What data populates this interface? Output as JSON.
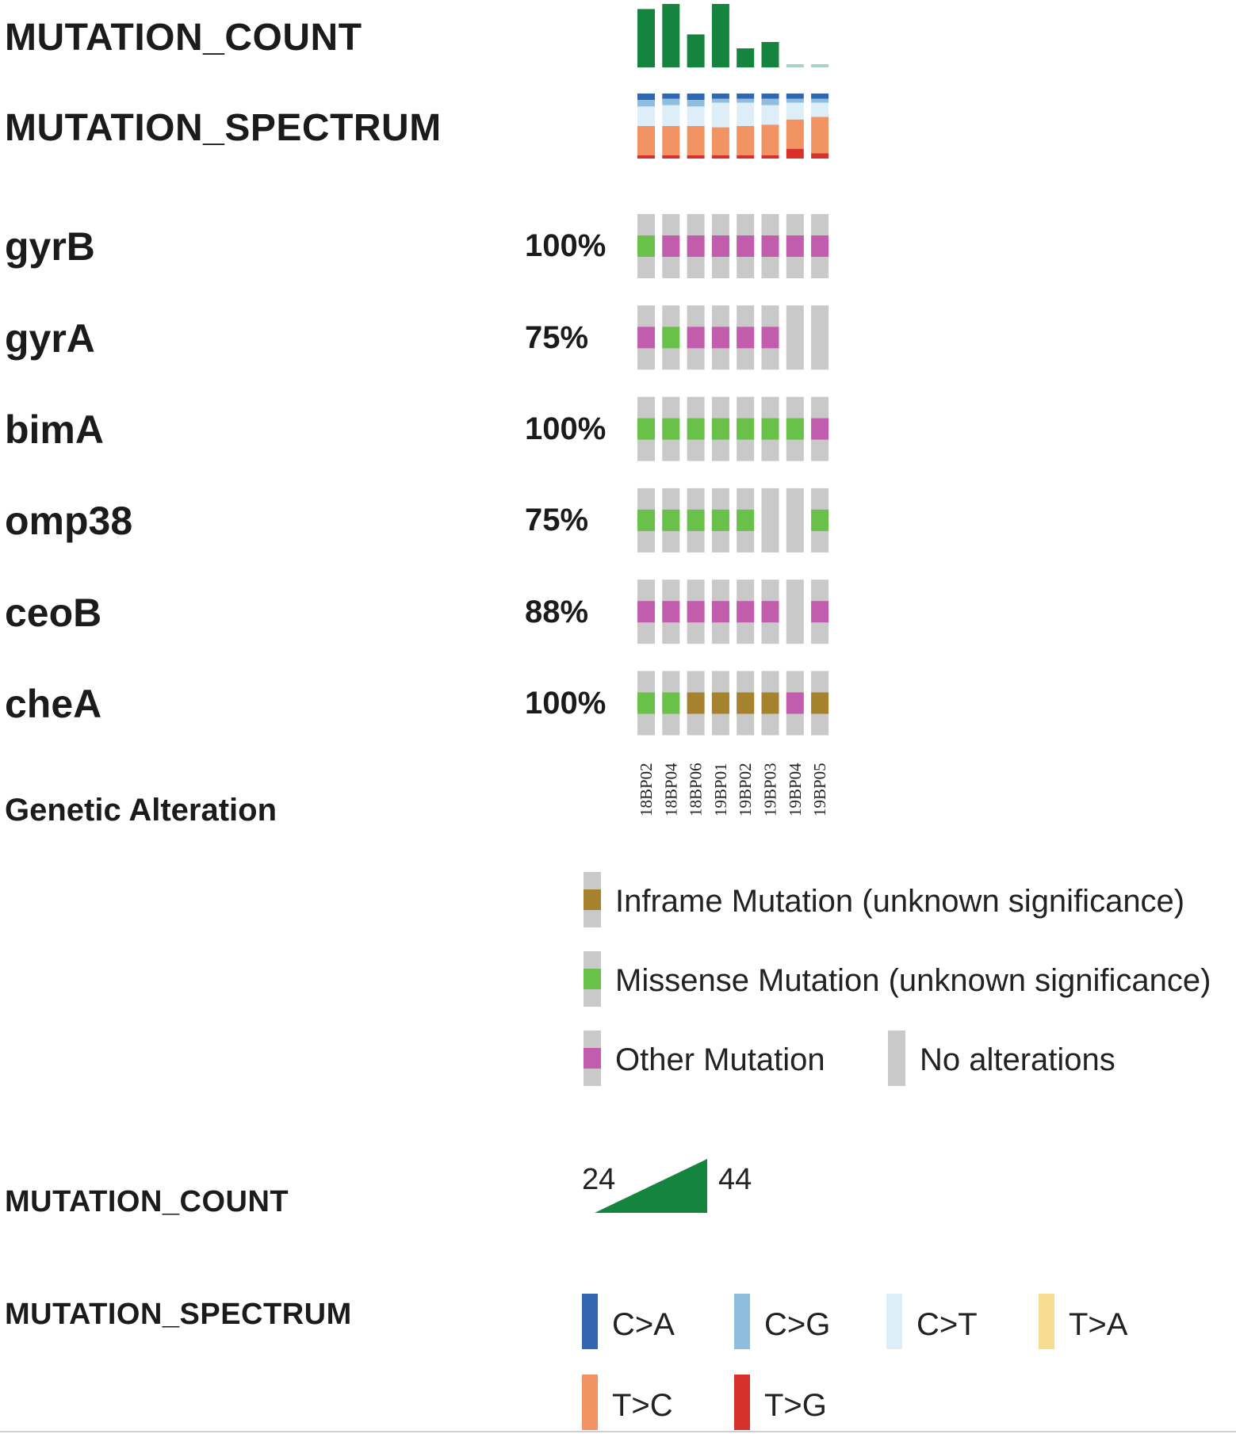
{
  "chart_data": {
    "type": "heatmap",
    "top_tracks": {
      "count_label": "MUTATION_COUNT",
      "spectrum_label": "MUTATION_SPECTRUM"
    },
    "samples": [
      "18BP02",
      "18BP04",
      "18BP06",
      "19BP01",
      "19BP02",
      "19BP03",
      "19BP04",
      "19BP05"
    ],
    "mutation_count_relative": [
      0.92,
      1.0,
      0.52,
      1.0,
      0.3,
      0.4,
      0.05,
      0.05
    ],
    "mutation_spectrum": [
      {
        "C>A": 0.1,
        "C>G": 0.1,
        "C>T": 0.3,
        "T>C": 0.45,
        "T>G": 0.05
      },
      {
        "C>A": 0.08,
        "C>G": 0.1,
        "C>T": 0.32,
        "T>C": 0.45,
        "T>G": 0.05
      },
      {
        "C>A": 0.1,
        "C>G": 0.1,
        "C>T": 0.3,
        "T>C": 0.45,
        "T>G": 0.05
      },
      {
        "C>A": 0.08,
        "C>G": 0.06,
        "C>T": 0.38,
        "T>C": 0.43,
        "T>G": 0.05
      },
      {
        "C>A": 0.08,
        "C>G": 0.06,
        "C>T": 0.36,
        "T>C": 0.45,
        "T>G": 0.05
      },
      {
        "C>A": 0.08,
        "C>G": 0.1,
        "C>T": 0.3,
        "T>C": 0.47,
        "T>G": 0.05
      },
      {
        "C>A": 0.08,
        "C>G": 0.06,
        "C>T": 0.26,
        "T>C": 0.45,
        "T>G": 0.15
      },
      {
        "C>A": 0.08,
        "C>G": 0.06,
        "C>T": 0.22,
        "T>C": 0.56,
        "T>G": 0.08
      }
    ],
    "genes": [
      {
        "name": "gyrB",
        "percent": "100%",
        "alterations": [
          "missense",
          "other",
          "other",
          "other",
          "other",
          "other",
          "other",
          "other"
        ]
      },
      {
        "name": "gyrA",
        "percent": "75%",
        "alterations": [
          "other",
          "missense",
          "other",
          "other",
          "other",
          "other",
          "none",
          "none"
        ]
      },
      {
        "name": "bimA",
        "percent": "100%",
        "alterations": [
          "missense",
          "missense",
          "missense",
          "missense",
          "missense",
          "missense",
          "missense",
          "other"
        ]
      },
      {
        "name": "omp38",
        "percent": "75%",
        "alterations": [
          "missense",
          "missense",
          "missense",
          "missense",
          "missense",
          "none",
          "none",
          "missense"
        ]
      },
      {
        "name": "ceoB",
        "percent": "88%",
        "alterations": [
          "other",
          "other",
          "other",
          "other",
          "other",
          "other",
          "none",
          "other"
        ]
      },
      {
        "name": "cheA",
        "percent": "100%",
        "alterations": [
          "missense",
          "missense",
          "inframe",
          "inframe",
          "inframe",
          "inframe",
          "other",
          "inframe"
        ]
      }
    ],
    "alteration_legend": {
      "title": "Genetic Alteration",
      "items": [
        {
          "key": "inframe",
          "label": "Inframe Mutation (unknown significance)"
        },
        {
          "key": "missense",
          "label": "Missense Mutation (unknown significance)"
        },
        {
          "key": "other",
          "label": "Other Mutation"
        },
        {
          "key": "none",
          "label": "No alterations"
        }
      ]
    },
    "count_legend": {
      "label": "MUTATION_COUNT",
      "min": "24",
      "max": "44"
    },
    "spectrum_legend": {
      "label": "MUTATION_SPECTRUM",
      "items": [
        "C>A",
        "C>G",
        "C>T",
        "T>A",
        "T>C",
        "T>G"
      ]
    }
  },
  "colors": {
    "inframe": "#a6822f",
    "missense": "#69c149",
    "other": "#c25dad",
    "none": "#c9c9c9",
    "count_bar": "#15843e",
    "spectrum": {
      "C>A": "#3167b1",
      "C>G": "#8fbde0",
      "C>T": "#ddeef8",
      "T>A": "#f6dc8f",
      "T>C": "#f29364",
      "T>G": "#d7312b"
    }
  }
}
